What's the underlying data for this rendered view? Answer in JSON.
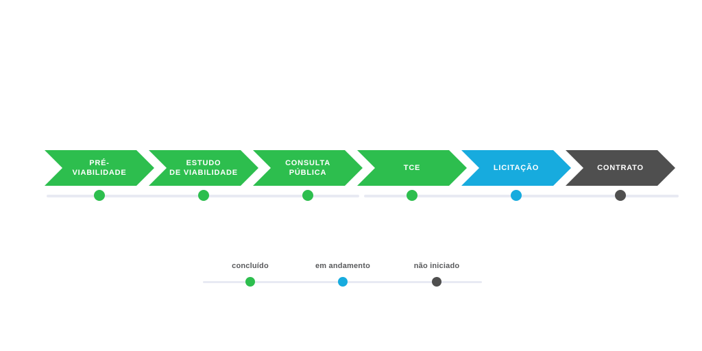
{
  "diagram": {
    "type": "process-timeline",
    "steps": [
      {
        "id": "pre-viabilidade",
        "lines": [
          "PRÉ-",
          "VIABILIDADE"
        ],
        "status": "concluido"
      },
      {
        "id": "estudo-de-viabilidade",
        "lines": [
          "ESTUDO",
          "DE VIABILIDADE"
        ],
        "status": "concluido"
      },
      {
        "id": "consulta-publica",
        "lines": [
          "CONSULTA",
          "PÚBLICA"
        ],
        "status": "concluido"
      },
      {
        "id": "tce",
        "lines": [
          "TCE"
        ],
        "status": "concluido"
      },
      {
        "id": "licitacao",
        "lines": [
          "LICITAÇÃO"
        ],
        "status": "em_andamento"
      },
      {
        "id": "contrato",
        "lines": [
          "CONTRATO"
        ],
        "status": "nao_iniciado"
      }
    ],
    "statuses": {
      "concluido": {
        "label": "concluído",
        "color": "#2DBE4E"
      },
      "em_andamento": {
        "label": "em andamento",
        "color": "#17ABDE"
      },
      "nao_iniciado": {
        "label": "não iniciado",
        "color": "#4F4F4F"
      }
    },
    "track_color": "#E8EAF3",
    "step_text_color": "#FFFFFF",
    "legend_text_color": "#58595B"
  }
}
